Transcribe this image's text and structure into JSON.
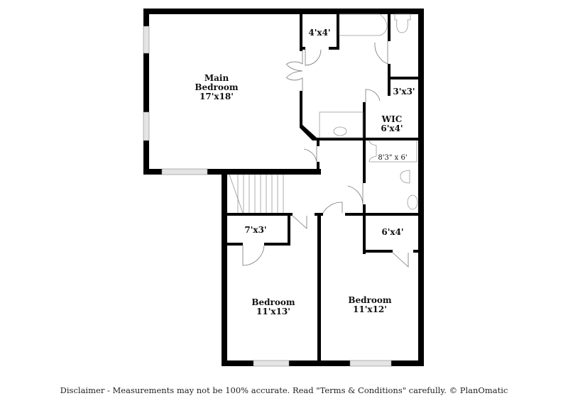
{
  "floorplan": {
    "rooms": [
      {
        "id": "main-bedroom",
        "name": "Main Bedroom",
        "name_line1": "Main",
        "name_line2": "Bedroom",
        "dimensions": "17'x18'"
      },
      {
        "id": "closet-4x4",
        "name": "",
        "dimensions": "4'x4'"
      },
      {
        "id": "closet-3x3",
        "name": "",
        "dimensions": "3'x3'"
      },
      {
        "id": "wic",
        "name": "WIC",
        "dimensions": "6'x4'"
      },
      {
        "id": "bath-tub",
        "name": "",
        "dimensions": "8'3\" x 6'"
      },
      {
        "id": "closet-7x3",
        "name": "",
        "dimensions": "7'x3'"
      },
      {
        "id": "closet-6x4",
        "name": "",
        "dimensions": "6'x4'"
      },
      {
        "id": "bedroom-2",
        "name": "Bedroom",
        "dimensions": "11'x13'"
      },
      {
        "id": "bedroom-3",
        "name": "Bedroom",
        "dimensions": "11'x12'"
      }
    ],
    "colors": {
      "wall": "#000000",
      "fixture": "#9a9a9a",
      "window": "#d8d8d8",
      "background": "#ffffff"
    }
  },
  "footer": {
    "disclaimer": "Disclaimer - Measurements may not be 100% accurate. Read \"Terms & Conditions\" carefully. © PlanOmatic"
  }
}
